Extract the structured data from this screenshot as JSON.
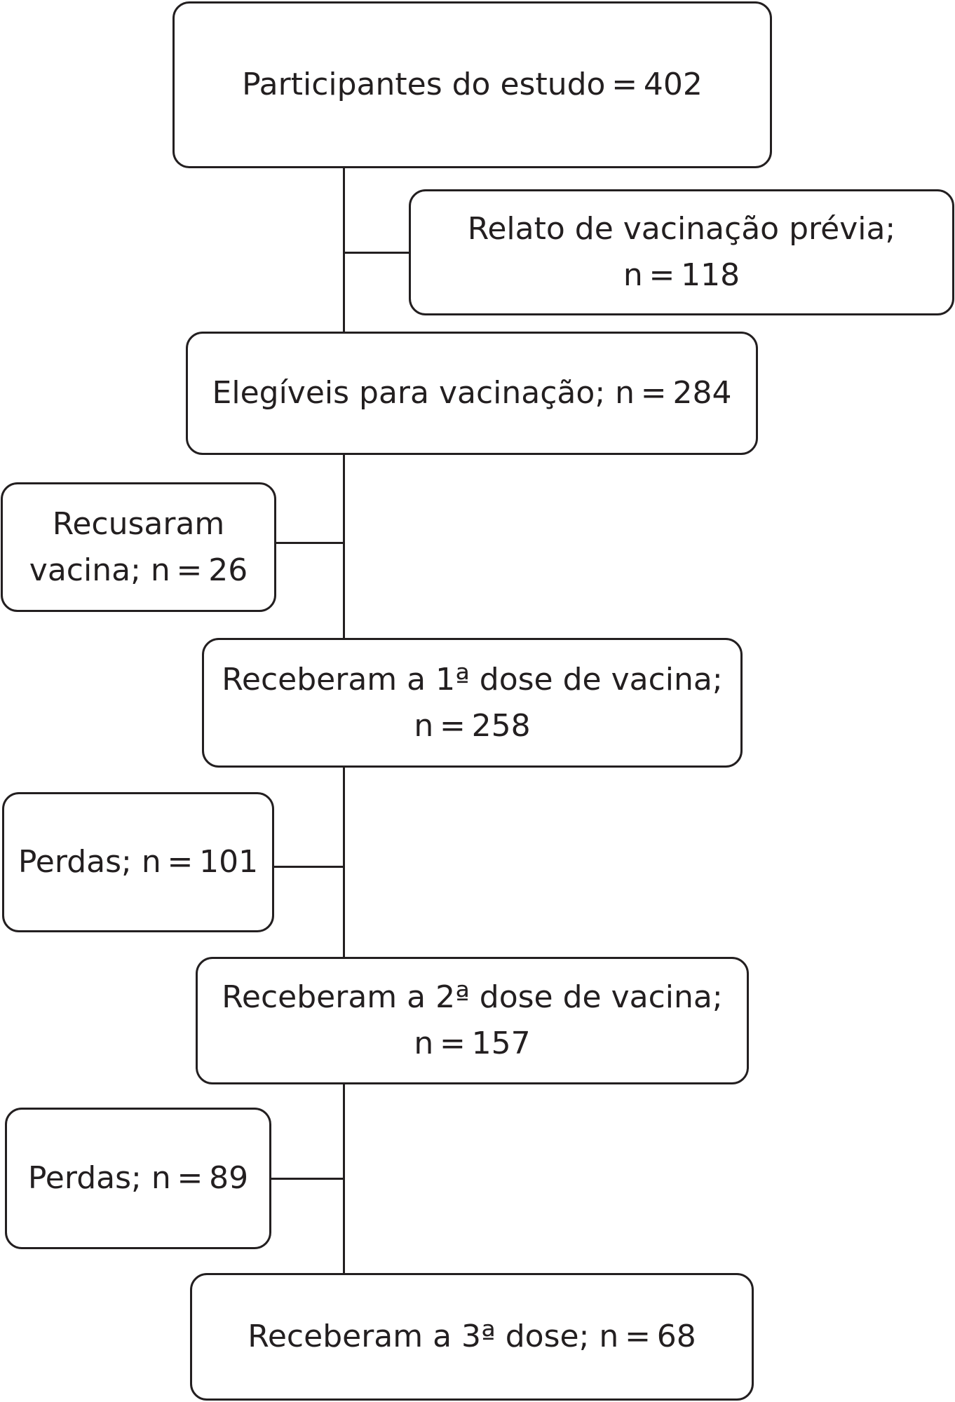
{
  "flowchart": {
    "nodes": {
      "participants": {
        "lines": [
          "Participantes do estudo = 402"
        ]
      },
      "prior_vaccination": {
        "lines": [
          "Relato de vacinação prévia;",
          "n = 118"
        ]
      },
      "eligible": {
        "lines": [
          "Elegíveis para vacinação; n = 284"
        ]
      },
      "refused": {
        "lines": [
          "Recusaram",
          "vacina; n = 26"
        ]
      },
      "dose1": {
        "lines": [
          "Receberam a 1ª dose de vacina;",
          "n = 258"
        ]
      },
      "losses1": {
        "lines": [
          "Perdas; n = 101"
        ]
      },
      "dose2": {
        "lines": [
          "Receberam a 2ª dose de vacina;",
          "n = 157"
        ]
      },
      "losses2": {
        "lines": [
          "Perdas; n = 89"
        ]
      },
      "dose3": {
        "lines": [
          "Receberam a 3ª dose; n = 68"
        ]
      }
    }
  }
}
